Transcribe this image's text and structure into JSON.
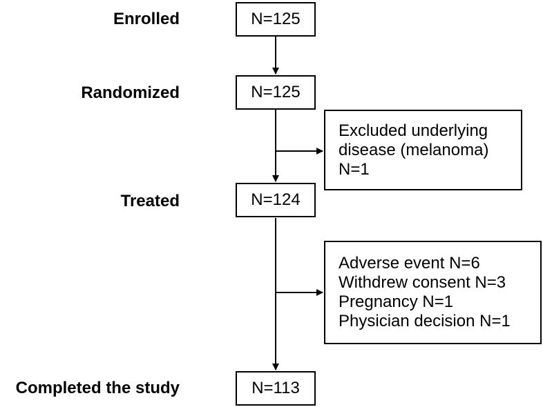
{
  "stages": [
    {
      "label": "Enrolled",
      "count": "N=125"
    },
    {
      "label": "Randomized",
      "count": "N=125"
    },
    {
      "label": "Treated",
      "count": "N=124"
    },
    {
      "label": "Completed the study",
      "count": "N=113"
    }
  ],
  "exclusions": [
    {
      "lines": [
        "Excluded underlying",
        "disease (melanoma)",
        "N=1"
      ]
    },
    {
      "lines": [
        "Adverse event N=6",
        "Withdrew consent N=3",
        "Pregnancy N=1",
        "Physician decision N=1"
      ]
    }
  ],
  "colors": {
    "line": "#000000",
    "background": "#ffffff"
  }
}
